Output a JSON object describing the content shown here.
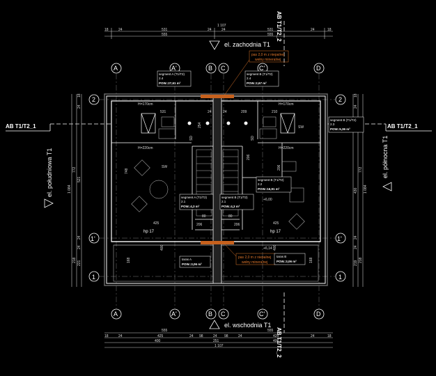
{
  "dims_top": {
    "overall": "1 107",
    "row1": [
      "18",
      "24",
      "531",
      "24",
      "24",
      "531",
      "24",
      "18"
    ],
    "row2": [
      "555",
      "555"
    ]
  },
  "dims_bottom": {
    "row1": [
      "555",
      "555"
    ],
    "row2": [
      "18",
      "24",
      "425",
      "24",
      "98",
      "24",
      "98",
      "24",
      "425",
      "24",
      "18"
    ],
    "row3": [
      "400",
      "251",
      "400"
    ],
    "overall": "1 107"
  },
  "dims_left": [
    "18",
    "24",
    "521",
    "24",
    "24",
    "221",
    "218",
    "1 084",
    "772"
  ],
  "dims_right": [
    "18",
    "24",
    "430",
    "24",
    "24",
    "219",
    "218",
    "1 084",
    "772"
  ],
  "axes_top": [
    "A",
    "A'",
    "B",
    "C",
    "C'",
    "D"
  ],
  "axes_bottom": [
    "A",
    "A'",
    "B",
    "C",
    "C'",
    "D"
  ],
  "axes_side": [
    "2",
    "1'",
    "1"
  ],
  "elevations": {
    "top": "el. zachodnia T1",
    "bottom": "el. wschodnia T1",
    "left": "el. południowa T1",
    "right": "el. północna T1"
  },
  "section_marks": {
    "left": "AB T1/T2_1",
    "right": "AB T1/T2_1",
    "top": "AB T1/T2_2",
    "bottom": "AB T1/T2_2"
  },
  "notes": {
    "top": [
      "pas 2,0 m z niepalnej",
      "wełny mineralnej"
    ],
    "bottom": [
      "pas 2,0 m z niepalnej",
      "wełny mineralnej"
    ]
  },
  "rooms": [
    {
      "name": "segment A (T1/T2)",
      "num": "2.4",
      "area": "POW.:27,61 m²"
    },
    {
      "name": "segment B (T1/T2)",
      "num": "2.4",
      "area": "POW.:2,67 m²"
    },
    {
      "name": "segment B (T1/T2)",
      "num": "2.3",
      "area": "POW.:5,36 m²"
    },
    {
      "name": "segment B (T1/T2)",
      "num": "2.2",
      "area": "POW.:16,91 m²"
    },
    {
      "name": "segment A (T1/T2)",
      "num": "2.1",
      "area": "POW.:4,3 m²"
    },
    {
      "name": "segment B (T1/T2)",
      "num": "2.1",
      "area": "POW.:4,3 m²"
    },
    {
      "name": "taras A",
      "num": "",
      "area": "POW.:3,06 m²"
    },
    {
      "name": "taras B",
      "num": "",
      "area": "POW.:3,06 m²"
    }
  ],
  "inner": {
    "h170_left": "H=170cm",
    "h170_right": "H=170cm",
    "h220_left": "H=220cm",
    "h220_right": "H=220cm",
    "d531": "531",
    "d24a": "24",
    "d24b": "24",
    "d209": "209",
    "d210": "210",
    "d254": "254",
    "d206a": "206",
    "d206b": "206",
    "d748": "748",
    "d425a": "425",
    "d425b": "425",
    "d80a": "80",
    "d80b": "80",
    "d206c": "206",
    "d206d": "206",
    "hp_left": "hp 17",
    "hp_right": "hp 17",
    "lev1": "+6,00",
    "lev2": "+6,14",
    "d400a": "400",
    "d400b": "400",
    "d168a": "168",
    "d168b": "168",
    "sw1": "SW",
    "sw2": "SW",
    "sd": "SD",
    "sd2": "SD"
  }
}
